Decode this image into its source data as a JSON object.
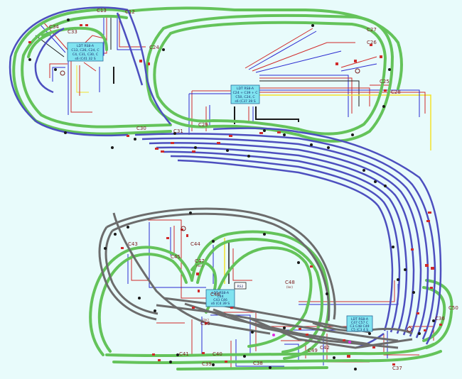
{
  "labels": {
    "c13": "C13",
    "c12": "C12",
    "c34": "C34",
    "c33": "C33",
    "c24": "C24",
    "c27": "C27",
    "c26": "C26",
    "c25": "C25",
    "c28": "C28",
    "c30": "C30",
    "c31": "C31",
    "c29": "C29",
    "c43": "C43",
    "c44": "C44",
    "c45": "C45",
    "c47": "C47",
    "c48": "C48",
    "c35": "C35",
    "c41": "C41",
    "c40": "C40",
    "c39": "C39",
    "c38": "C38",
    "c42": "C42",
    "c49": "C49",
    "c37": "C37",
    "c36": "C36",
    "c50": "C50",
    "c46": "C46"
  },
  "sublabels": {
    "c47": "(loc)",
    "c48": "(loc)",
    "c46": "(loc)"
  },
  "controllers": [
    {
      "lines": [
        "LDT RS8-A",
        "C13, C26, C24, C",
        "C4, C31, C30, C",
        "s6  (C41 32 S"
      ]
    },
    {
      "lines": [
        "LDT RS8-A",
        "C24 + C39 + C",
        "C50, C24, C",
        "s6 (C37 39 S"
      ]
    },
    {
      "lines": [
        "LDT RS8-A",
        "C44",
        "C43 C46",
        "s6 (C4 39 S"
      ]
    },
    {
      "lines": [
        "LDT RS8-A",
        "C47 C57 C",
        "C3 C48 C49",
        "C5 (C3 4 S"
      ]
    }
  ],
  "small_box": "RS2",
  "colors": {
    "background": "#e8fbfb",
    "track_green": "#64c35a",
    "track_blue": "#4d4fbf",
    "track_gray": "#6c6c6c",
    "wire_red": "#d02a2a",
    "wire_blue": "#2a2ad0",
    "wire_black": "#1a1a1a",
    "wire_yellow": "#f2e12b",
    "controller_box": "#7fe3f0",
    "text": "#7a1c1c"
  }
}
